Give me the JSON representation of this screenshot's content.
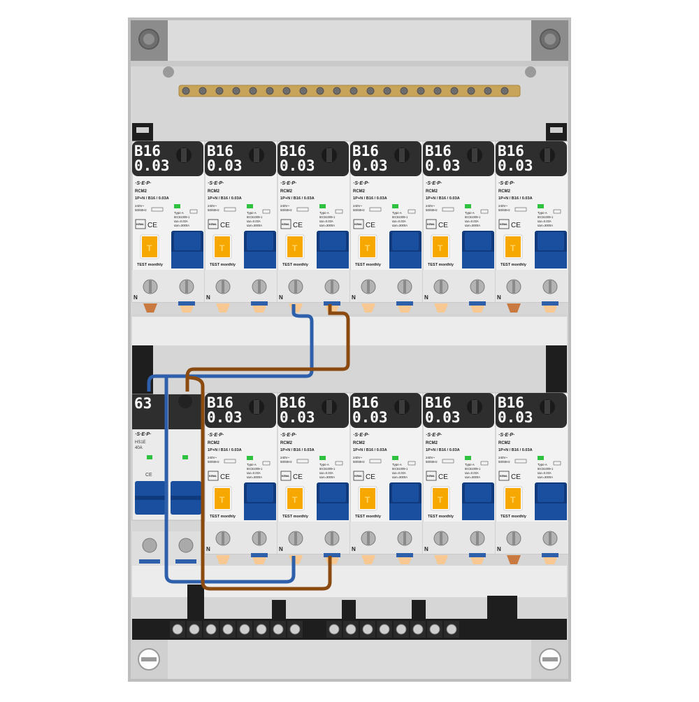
{
  "panel": {
    "brand": "·S·E·P·",
    "rows": [
      {
        "label_line2": "0.03",
        "breakers": [
          {
            "rating": "B16",
            "model": "RCM2",
            "spec": "1P+N / B16 / 0.03A",
            "test": "TEST monthly"
          },
          {
            "rating": "B16",
            "model": "RCM2",
            "spec": "1P+N / B16 / 0.03A",
            "test": "TEST monthly"
          },
          {
            "rating": "B16",
            "model": "RCM2",
            "spec": "1P+N / B16 / 0.03A",
            "test": "TEST monthly"
          },
          {
            "rating": "B16",
            "model": "RCM2",
            "spec": "1P+N / B16 / 0.03A",
            "test": "TEST monthly"
          },
          {
            "rating": "B16",
            "model": "RCM2",
            "spec": "1P+N / B16 / 0.03A",
            "test": "TEST monthly"
          },
          {
            "rating": "B16",
            "model": "RCM2",
            "spec": "1P+N / B16 / 0.03A",
            "test": "TEST monthly"
          }
        ]
      },
      {
        "label_line2": "0.03",
        "breakers": [
          {
            "rating": "B16",
            "model": "RCM2",
            "spec": "1P+N / B16 / 0.03A",
            "test": "TEST monthly"
          },
          {
            "rating": "B16",
            "model": "RCM2",
            "spec": "1P+N / B16 / 0.03A",
            "test": "TEST monthly"
          },
          {
            "rating": "B16",
            "model": "RCM2",
            "spec": "1P+N / B16 / 0.03A",
            "test": "TEST monthly"
          },
          {
            "rating": "B16",
            "model": "RCM2",
            "spec": "1P+N / B16 / 0.03A",
            "test": "TEST monthly"
          },
          {
            "rating": "B16",
            "model": "RCM2",
            "spec": "1P+N / B16 / 0.03A",
            "test": "TEST monthly"
          }
        ]
      }
    ],
    "main_switch": {
      "rating": "63",
      "model": "HS1E",
      "current": "40A"
    },
    "neutral_mark": "N",
    "rcd_type": "Type A",
    "rcd_standard": "IEC61009-1",
    "rcd_idn": "IΔn=0.03A",
    "rcd_im": "IΔm=3000A",
    "voltage": "240V~",
    "frequency": "50/60Hz",
    "ce": "CE",
    "kema": "KEMA"
  },
  "colors": {
    "enclosure": "#bdbdbd",
    "interior": "#e8e8e8",
    "label_bg": "#2e2e2e",
    "handle_blue": "#1a4fa0",
    "test_orange": "#f7a800",
    "led_green": "#2ec240",
    "wire_blue": "#2e5faa",
    "wire_brown": "#8b4a10",
    "busbar_brass": "#c8a35a",
    "rail_black": "#1e1e1e"
  }
}
